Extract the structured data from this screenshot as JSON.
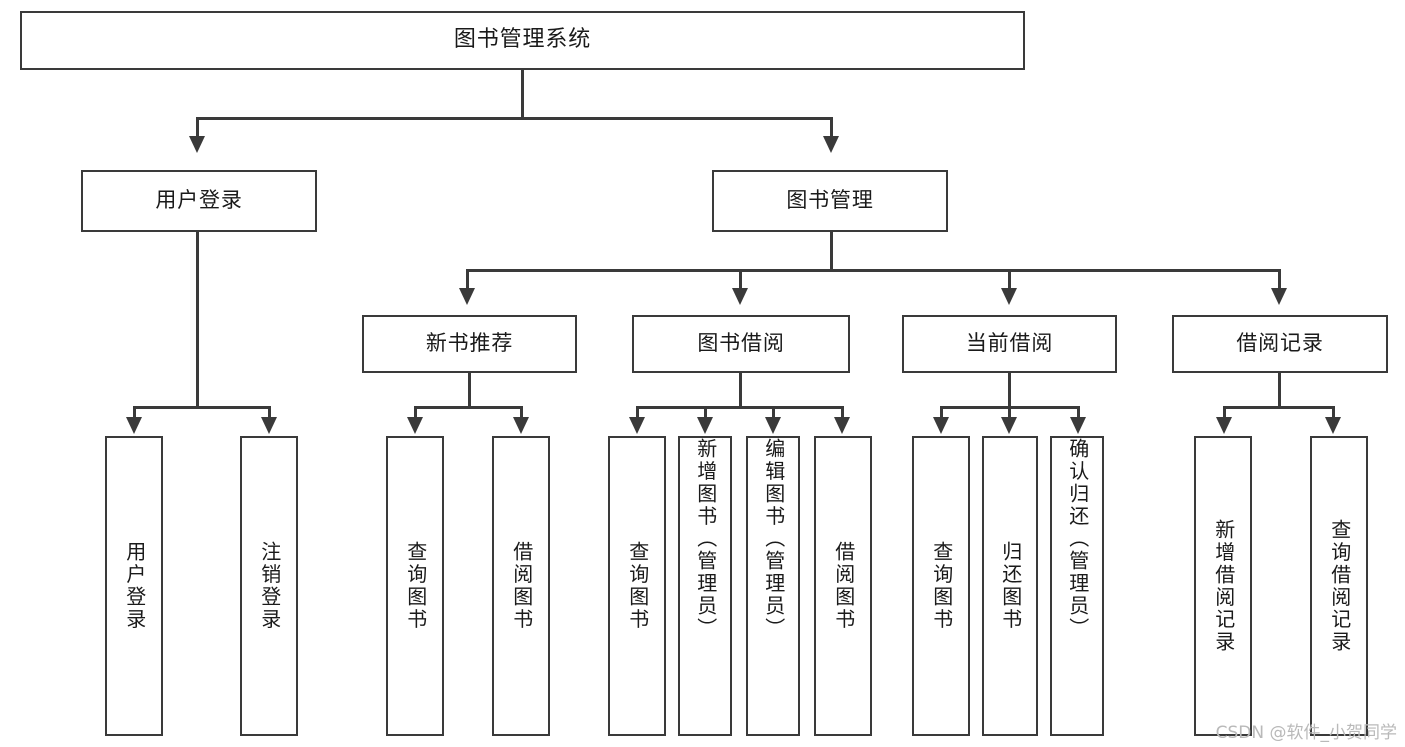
{
  "diagram": {
    "title": "图书管理系统",
    "watermark": "CSDN @软件_小贺同学",
    "root": {
      "label": "图书管理系统"
    },
    "level2": [
      {
        "label": "用户登录"
      },
      {
        "label": "图书管理"
      }
    ],
    "level3": [
      {
        "label": "新书推荐"
      },
      {
        "label": "图书借阅"
      },
      {
        "label": "当前借阅"
      },
      {
        "label": "借阅记录"
      }
    ],
    "leaves": {
      "user_login": [
        {
          "label": "用户登录"
        },
        {
          "label": "注销登录"
        }
      ],
      "new_book": [
        {
          "label": "查询图书"
        },
        {
          "label": "借阅图书"
        }
      ],
      "book_borrow": [
        {
          "label": "查询图书"
        },
        {
          "label": "新增图书（管理员）"
        },
        {
          "label": "编辑图书（管理员）"
        },
        {
          "label": "借阅图书"
        }
      ],
      "current_borrow": [
        {
          "label": "查询图书"
        },
        {
          "label": "归还图书"
        },
        {
          "label": "确认归还（管理员）"
        }
      ],
      "borrow_record": [
        {
          "label": "新增借阅记录"
        },
        {
          "label": "查询借阅记录"
        }
      ]
    }
  },
  "colors": {
    "stroke": "#3a3a3a",
    "text": "#1a1a1a",
    "background": "#ffffff",
    "watermark": "#b9b9b9"
  }
}
